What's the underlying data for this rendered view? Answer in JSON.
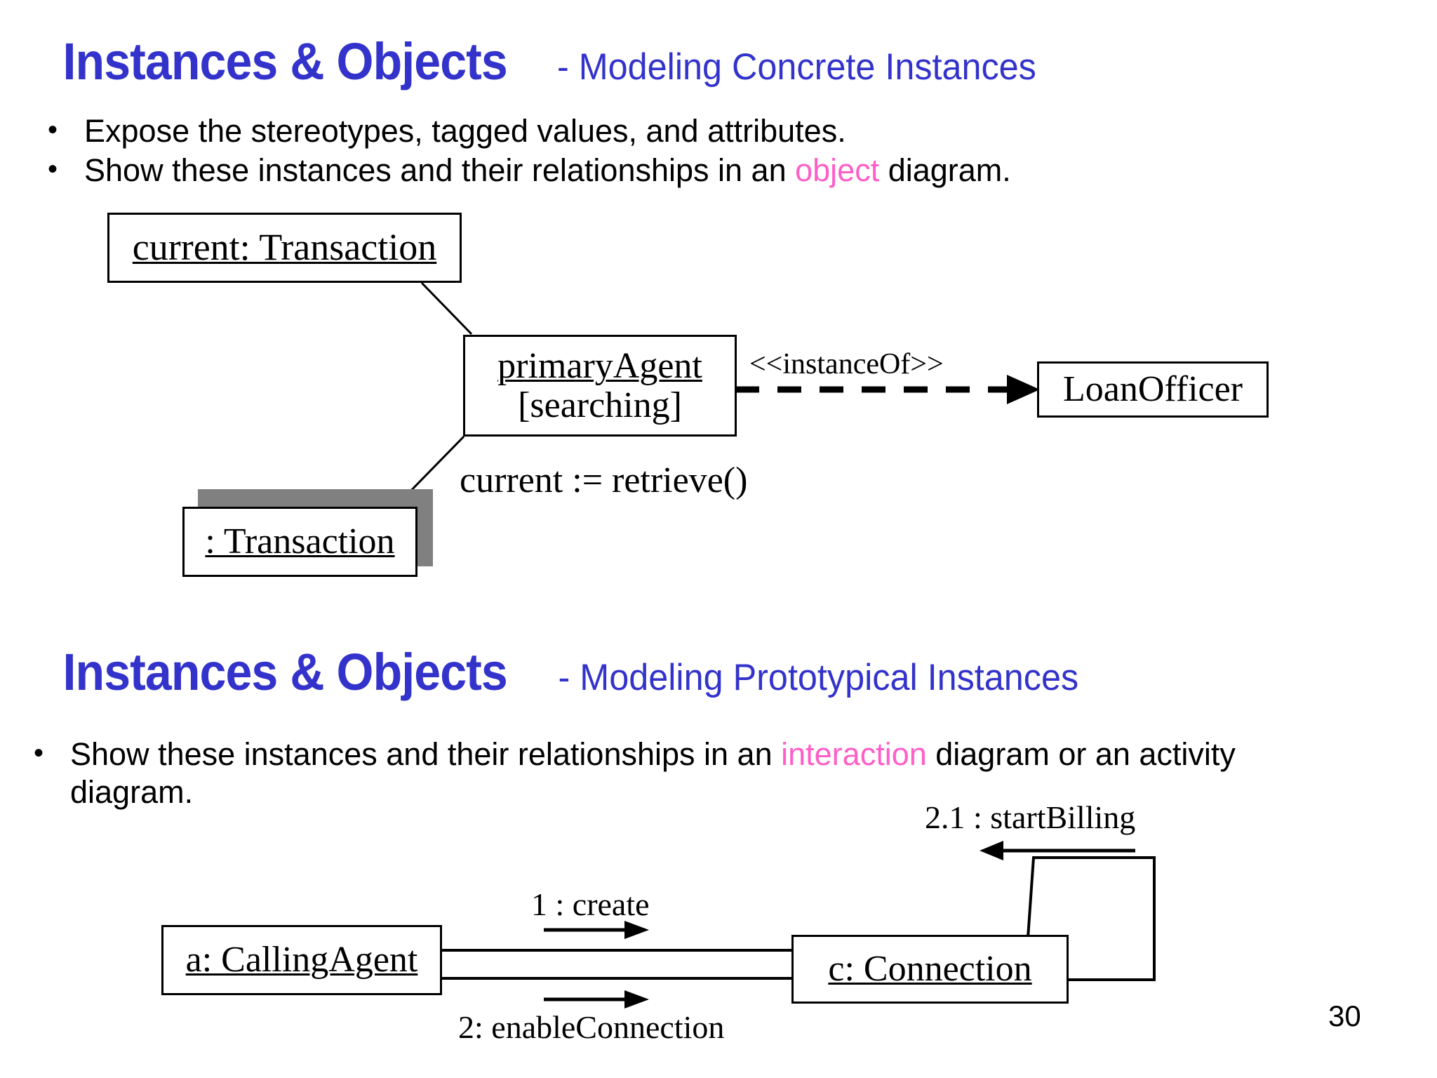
{
  "slide": {
    "page_number": "30",
    "accent_blue": "#3333CC",
    "accent_pink": "#FF5EC8",
    "shadow_gray": "#808080"
  },
  "section1": {
    "title_main": "Instances & Objects",
    "title_sub": "- Modeling Concrete Instances",
    "bullets": [
      {
        "pre": "Expose the stereotypes, tagged values, and attributes.",
        "highlight": "",
        "post": ""
      },
      {
        "pre": "Show these instances and their relationships in an ",
        "highlight": "object",
        "post": " diagram."
      }
    ],
    "diagram": {
      "type": "object-diagram",
      "boxes": [
        {
          "name": "current-transaction",
          "line1": "current: Transaction",
          "line2": "",
          "underline1": true,
          "shadow": false
        },
        {
          "name": "primary-agent",
          "line1": "primaryAgent ",
          "line2": "[searching]",
          "underline1": true,
          "shadow": false
        },
        {
          "name": "loan-officer",
          "line1": "LoanOfficer",
          "line2": "",
          "underline1": false,
          "shadow": false
        },
        {
          "name": "transaction",
          "line1": ": Transaction",
          "line2": "",
          "underline1": true,
          "shadow": true
        }
      ],
      "labels": [
        {
          "name": "instance-of-stereotype",
          "text": "<<instanceOf>>"
        },
        {
          "name": "assignment-label",
          "text": "current := retrieve()"
        }
      ]
    }
  },
  "section2": {
    "title_main": "Instances & Objects",
    "title_sub": "- Modeling Prototypical Instances",
    "bullets": [
      {
        "pre": "Show these instances and their relationships in an ",
        "highlight": "interaction",
        "post": " diagram or an activity diagram."
      }
    ],
    "diagram": {
      "type": "collaboration-diagram",
      "boxes": [
        {
          "name": "calling-agent",
          "line1": "a: CallingAgent",
          "underline1": true
        },
        {
          "name": "connection",
          "line1": "c: Connection",
          "underline1": true
        }
      ],
      "messages": [
        {
          "name": "message-1-create",
          "text": "1 : create",
          "direction": "right"
        },
        {
          "name": "message-2-enable-connection",
          "text": "2: enableConnection",
          "direction": "right"
        },
        {
          "name": "message-21-start-billing",
          "text": "2.1 : startBilling",
          "direction": "left-self"
        }
      ]
    }
  }
}
